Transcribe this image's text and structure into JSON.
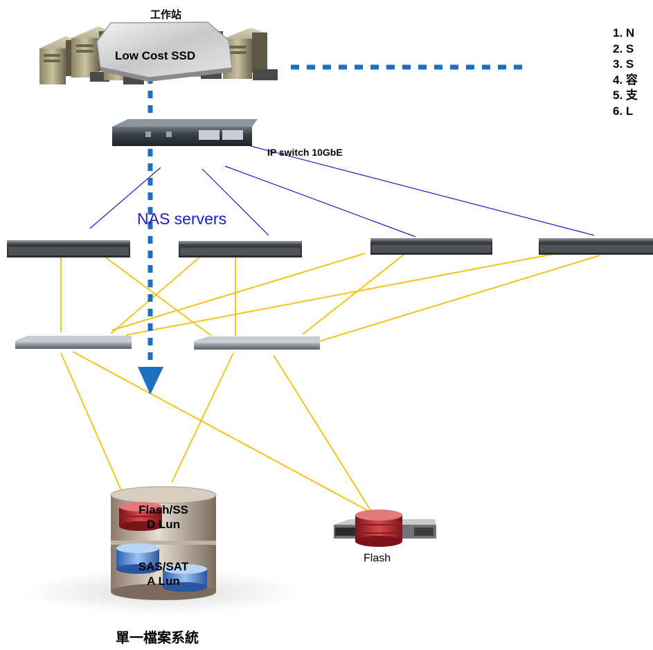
{
  "workstation": {
    "title": "工作站",
    "ssd_label": "Low Cost SSD"
  },
  "ip_switch": {
    "label": "IP switch 10GbE"
  },
  "nas": {
    "label": "NAS servers"
  },
  "storage": {
    "flash_ssd_lun": "Flash/SS\nD Lun",
    "sas_sata_lun": "SAS/SAT\nA Lun",
    "flash_label": "Flash",
    "filesystem_label": "單一檔案系統"
  },
  "feature_list": [
    "1. N",
    "2. S",
    "3. S",
    "4. 容",
    "5. 支",
    "6. L"
  ],
  "colors": {
    "fc_link": "#f6c21a",
    "ethernet_link": "#1a1acc",
    "data_flow": "#1f6fbf",
    "flash_disk": "#b0282c",
    "sas_disk": "#4a7fd6"
  }
}
